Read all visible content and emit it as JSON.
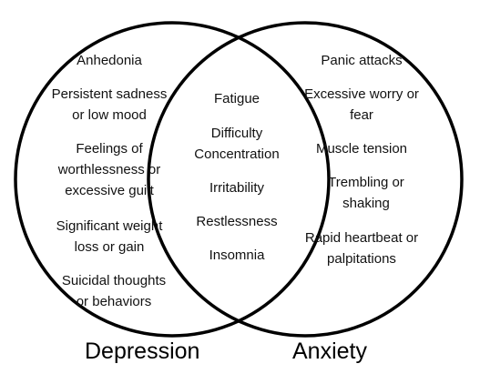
{
  "sets": [
    {
      "id": "depression",
      "label": "Depression",
      "items": [
        "Anhedonia",
        "Persistent sadness\nor low mood",
        "Feelings of\nworthlessness or\nexcessive guilt",
        "Significant weight\nloss or gain",
        "Suicidal thoughts\nor behaviors"
      ]
    },
    {
      "id": "anxiety",
      "label": "Anxiety",
      "items": [
        "Panic attacks",
        "Excessive worry or\nfear",
        "Muscle tension",
        "Trembling or\nshaking",
        "Rapid heartbeat or\npalpitations"
      ]
    }
  ],
  "overlap": {
    "items": [
      "Fatigue",
      "Difficulty\nConcentration",
      "Irritability",
      "Restlessness",
      "Insomnia"
    ]
  },
  "style": {
    "stroke_color": "#000000",
    "text_color": "#111111",
    "background": "#ffffff"
  }
}
